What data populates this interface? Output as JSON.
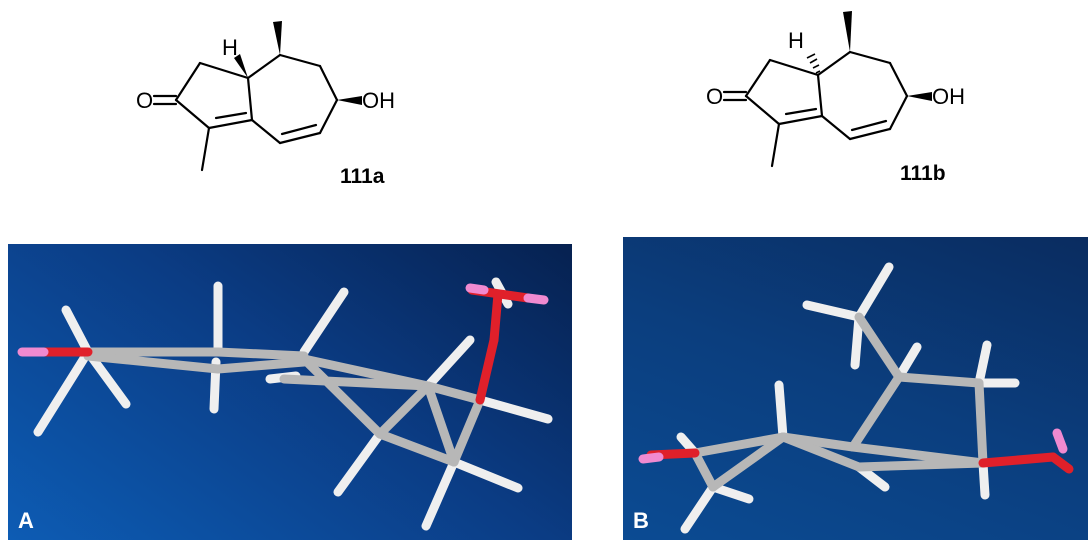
{
  "structures": [
    {
      "id": "111a",
      "label": "111a",
      "atoms": {
        "oxygen_ketone": "O",
        "hydroxyl": "OH",
        "hydrogen": "H"
      }
    },
    {
      "id": "111b",
      "label": "111b",
      "atoms": {
        "oxygen_ketone": "O",
        "hydroxyl": "OH",
        "hydrogen": "H"
      }
    }
  ],
  "panels": [
    {
      "letter": "A"
    },
    {
      "letter": "B"
    }
  ],
  "colors": {
    "carbon_stick": "#b8b8b8",
    "hydrogen_stick": "#f2f2f2",
    "oxygen_stick": "#e0202a",
    "hydroxyl_h_stick": "#f08ad0",
    "panel_bg": "#0b3c84"
  }
}
